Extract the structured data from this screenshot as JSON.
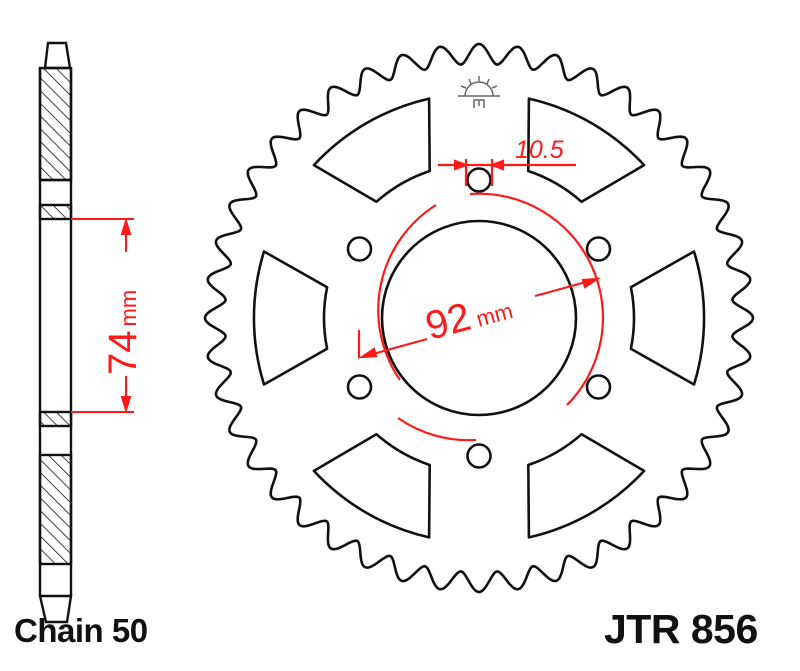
{
  "part": {
    "number": "JTR 856",
    "chain_label": "Chain 50",
    "teeth_count": 44
  },
  "dimensions": {
    "pcd_value": "92",
    "pcd_unit": "mm",
    "bolt_hole_value": "10.5",
    "flange_value": "74",
    "flange_unit": "mm"
  },
  "colors": {
    "outline": "#111111",
    "dimension": "#ff1a1a",
    "logo": "#666666"
  },
  "icons": {
    "logo": "sun-logo-icon"
  }
}
